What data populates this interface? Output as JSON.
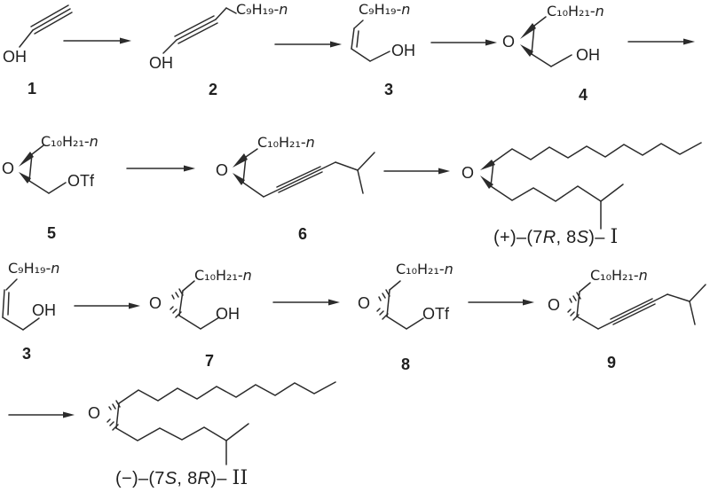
{
  "labels": {
    "o": "O",
    "oh": "OH",
    "otf": "OTf"
  },
  "formulas": {
    "c9": "C₉H₁₉-",
    "c10": "C₁₀H₂₁-",
    "n": "n"
  },
  "numbers": {
    "n1": "1",
    "n2": "2",
    "n3": "3",
    "n4": "4",
    "n5": "5",
    "n6": "6",
    "n7": "7",
    "n8": "8",
    "n9": "9"
  },
  "products": {
    "I": {
      "prefix": "(+)–(7",
      "c1": "R",
      "mid": ", 8",
      "c2": "S",
      "suffix": ")– ",
      "numeral": "I"
    },
    "II": {
      "prefix": "(−)–(7",
      "c1": "S",
      "mid": ", 8",
      "c2": "R",
      "suffix": ")– ",
      "numeral": "II"
    }
  }
}
